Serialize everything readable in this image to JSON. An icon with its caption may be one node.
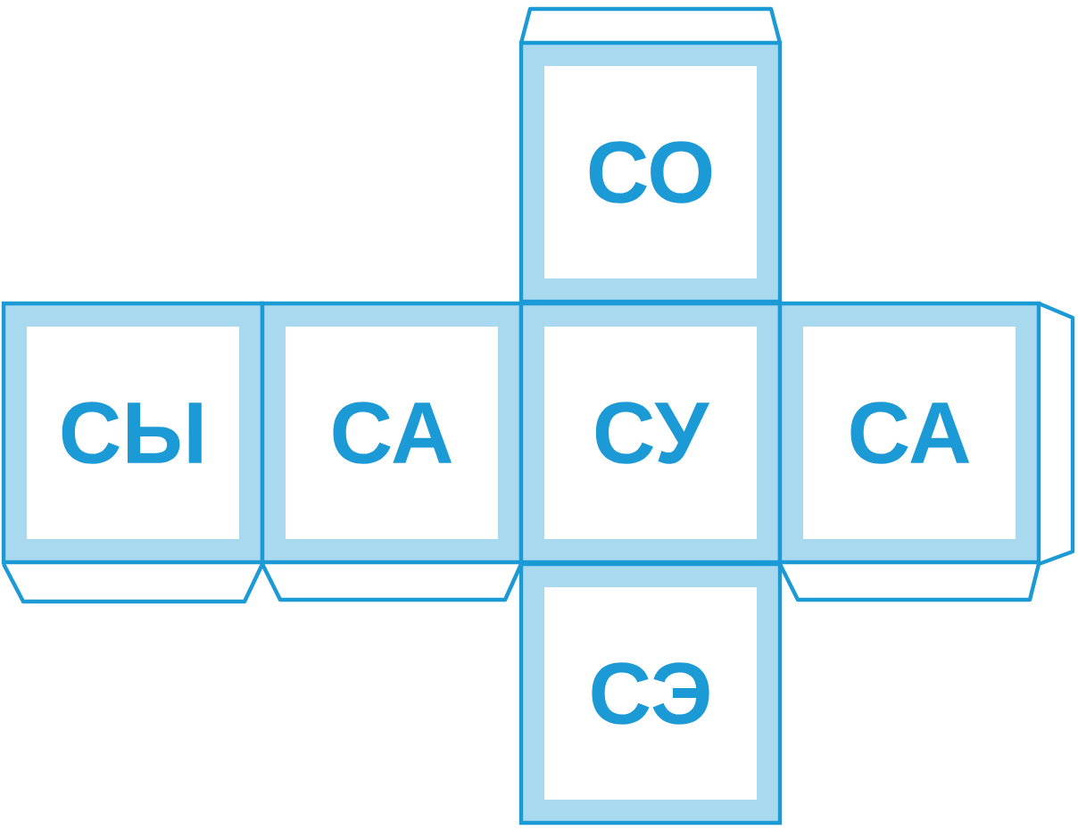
{
  "diagram": {
    "nodes": [
      {
        "text": [
          "СО"
        ]
      },
      {
        "text": [
          "СЫ"
        ]
      },
      {
        "text": [
          "СА"
        ]
      },
      {
        "text": [
          "СУ"
        ]
      },
      {
        "text": [
          "СА"
        ]
      },
      {
        "text": [
          "СЭ"
        ]
      }
    ]
  }
}
